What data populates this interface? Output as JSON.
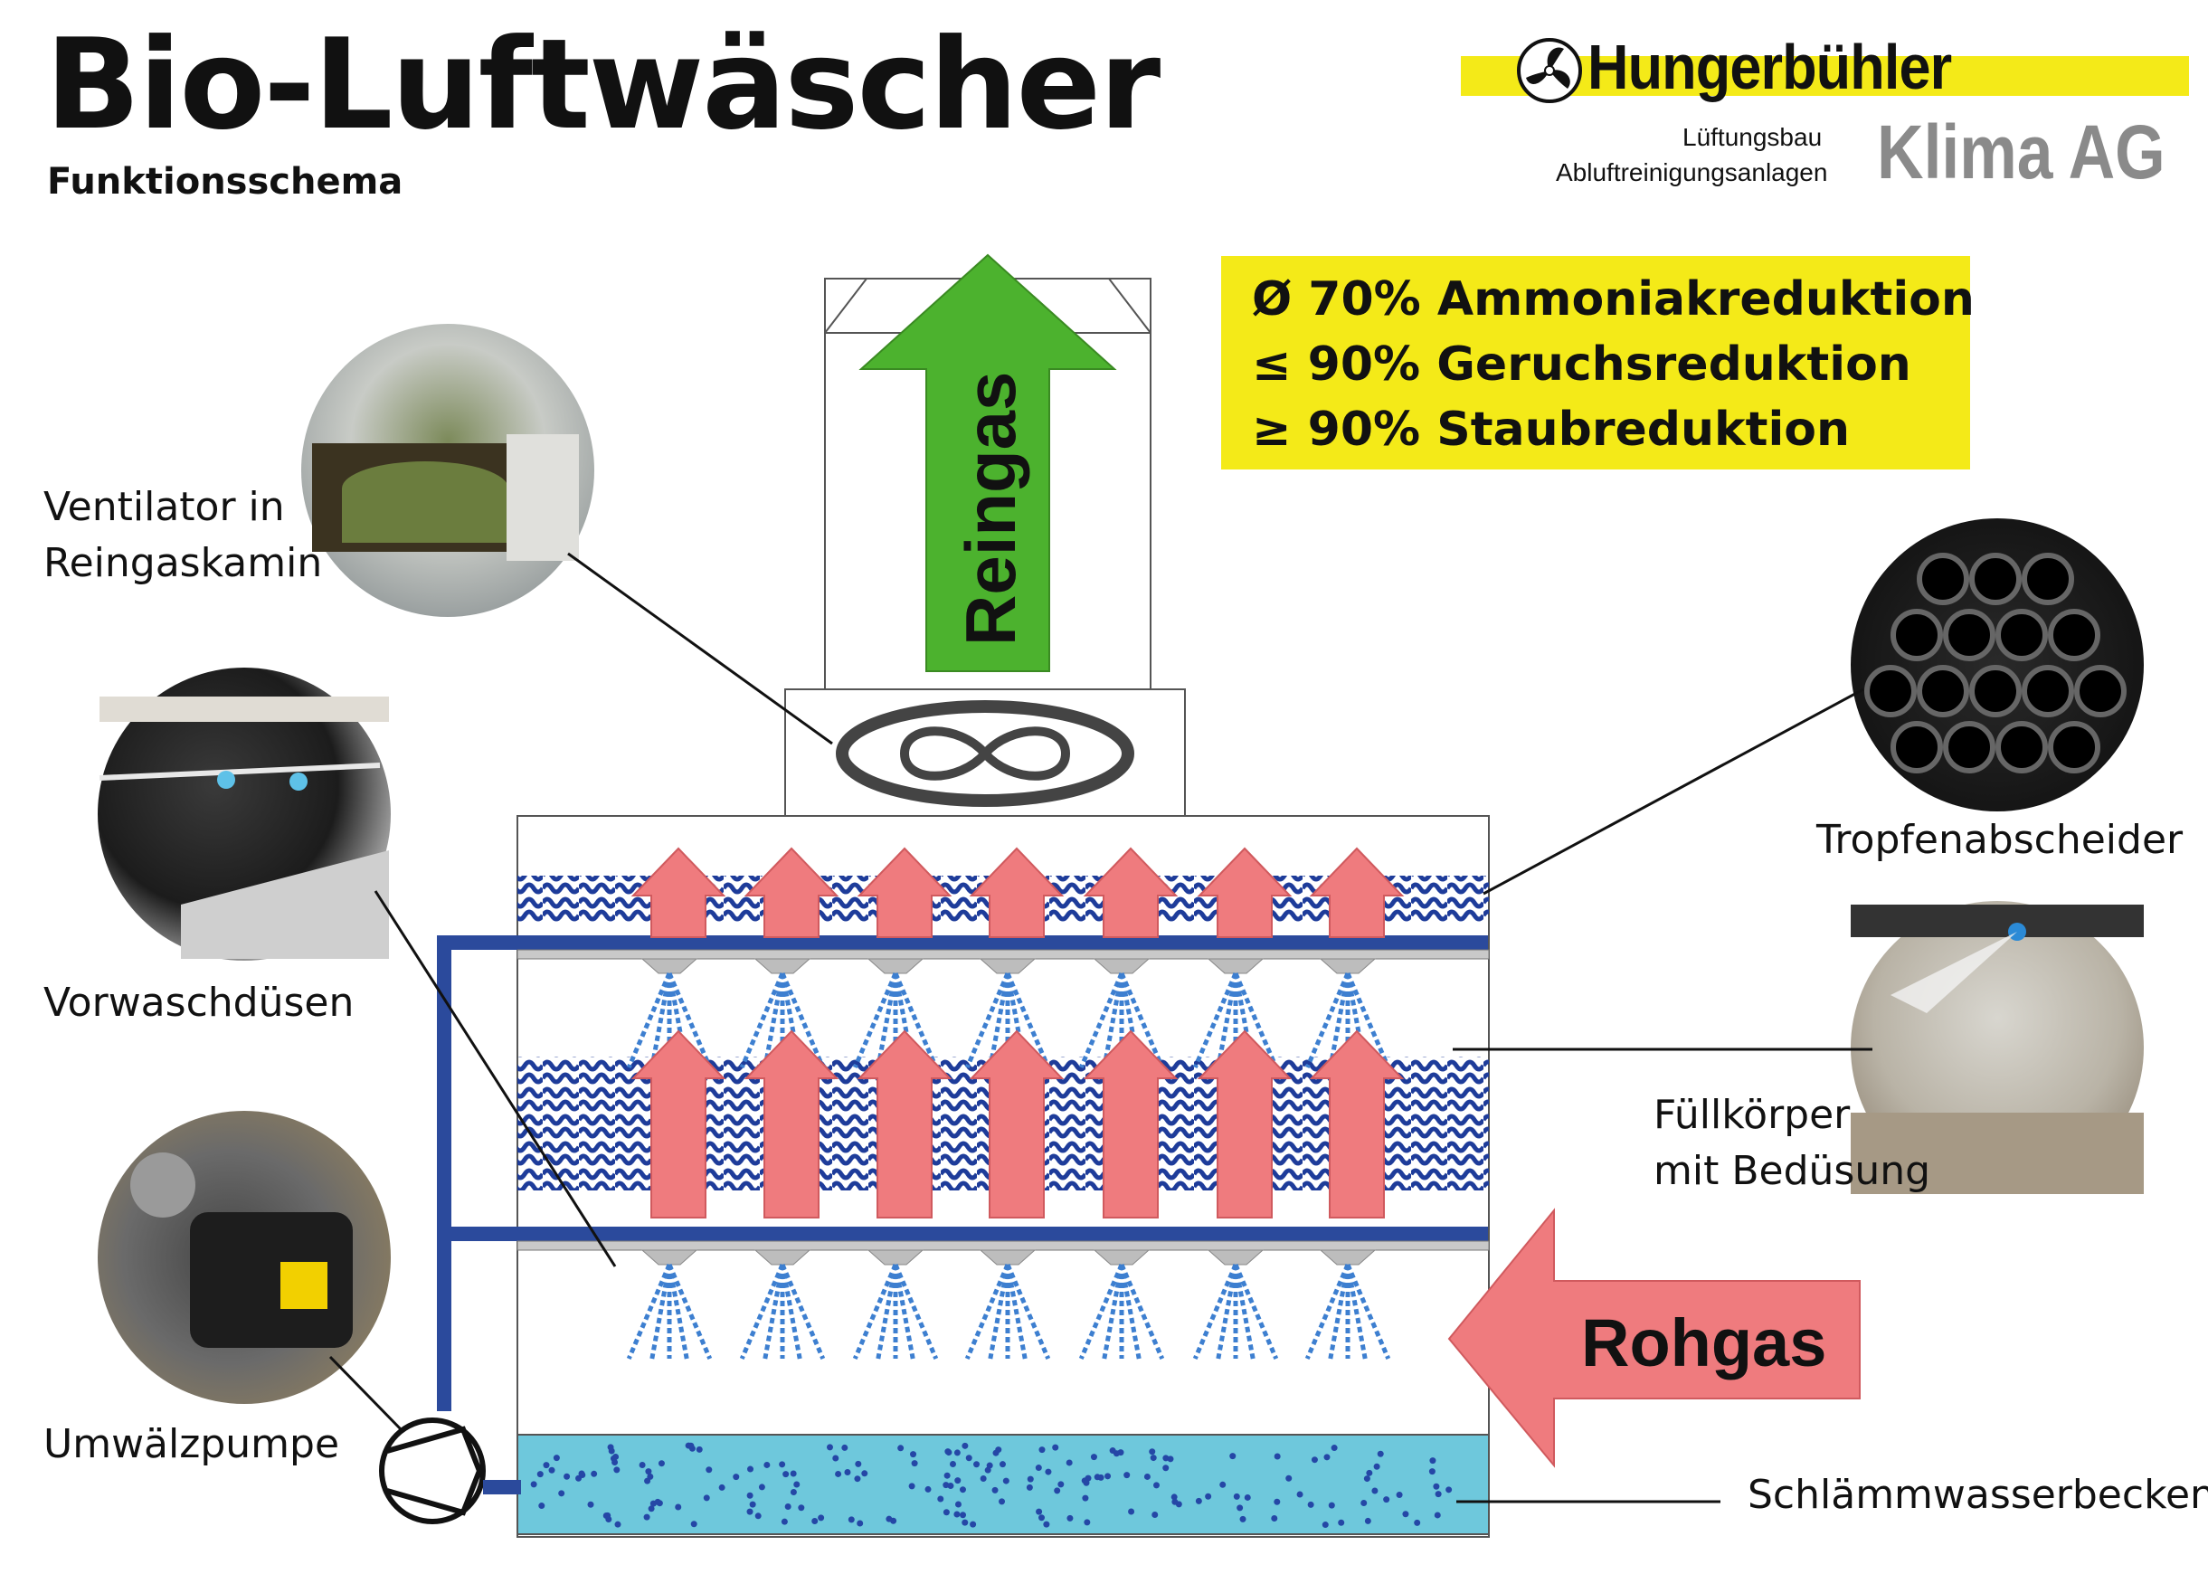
{
  "header": {
    "title": "Bio-Luftwäscher",
    "subtitle": "Funktionsschema"
  },
  "logo": {
    "name": "Hungerbühler",
    "line1": "Lüftungsbau",
    "line2": "Abluftreinigungsanlagen",
    "klima": "Klima AG"
  },
  "performance": [
    "Ø 70% Ammoniakreduktion",
    "≤ 90% Geruchsreduktion",
    "≥ 90% Staubreduktion"
  ],
  "flows": {
    "clean_gas": "Reingas",
    "raw_gas": "Rohgas"
  },
  "labels": {
    "fan": "Ventilator in\nReingaskamin",
    "prewash": "Vorwaschdüsen",
    "pump": "Umwälzpumpe",
    "droplet": "Tropfenabscheider",
    "packing": "Füllkörper\nmit Bedüsung",
    "basin": "Schlämmwasserbecken"
  },
  "colors": {
    "logo_yellow": "#f4ea18",
    "clean_arrow": "#4cb22e",
    "raw_arrow": "#ef7b7e",
    "pipe_blue": "#2b4a9c",
    "water": "#6ec8dc",
    "packing_blue": "#1e3c9a"
  }
}
